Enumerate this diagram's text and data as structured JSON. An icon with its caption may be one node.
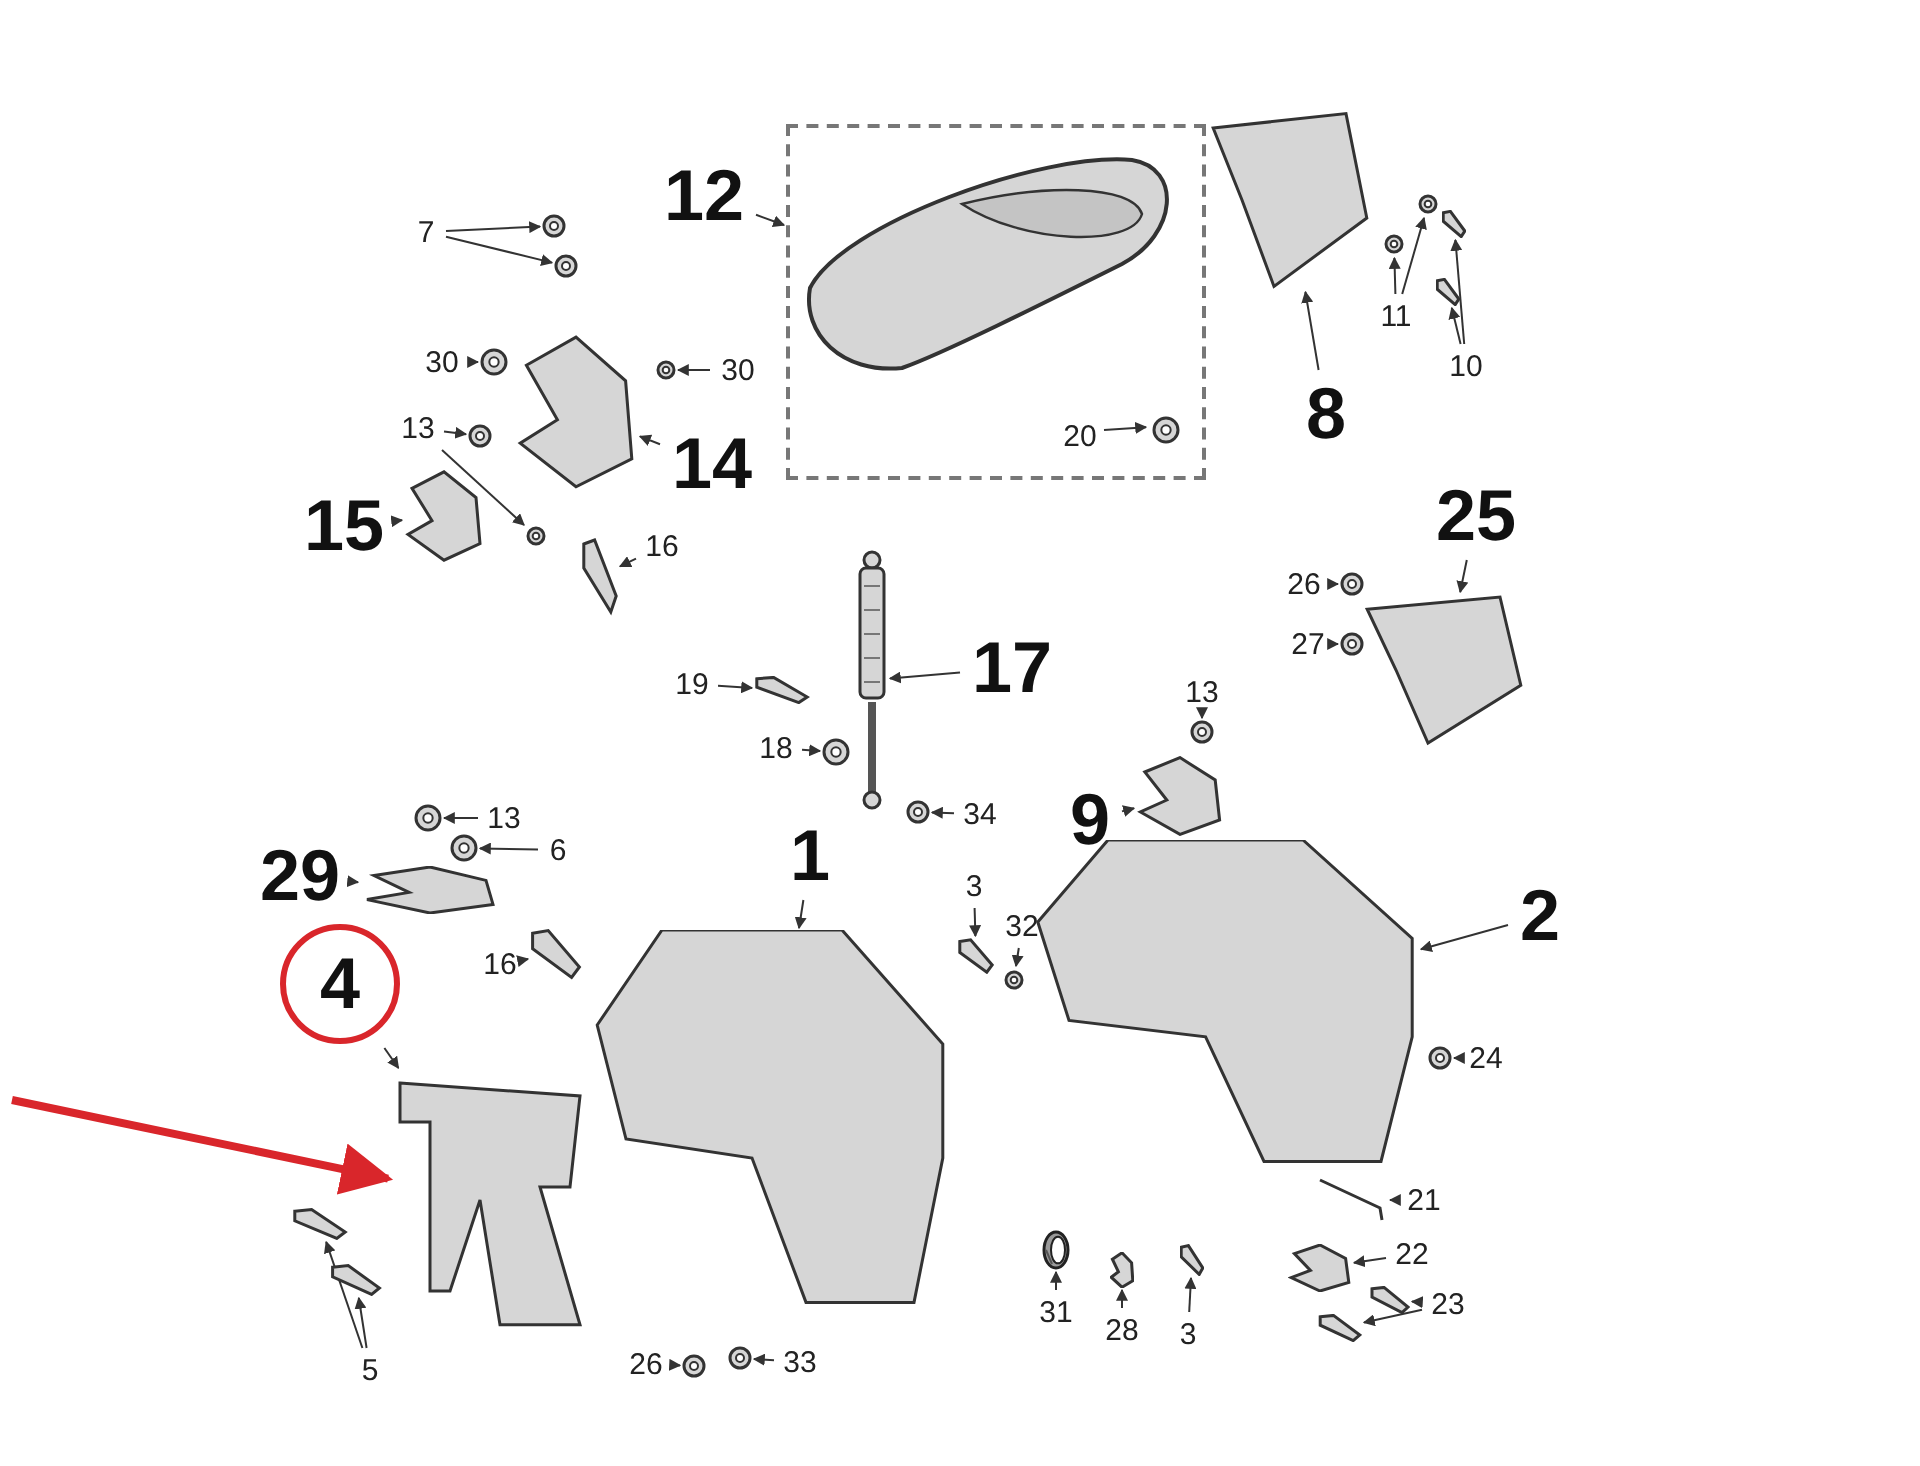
{
  "diagram": {
    "nodes": [
      {
        "text": [
          "12"
        ]
      },
      {
        "text": [],
        "shape": "box"
      },
      {
        "text": [
          "20"
        ],
        "in": 1
      },
      {
        "text": [],
        "shape": "picture",
        "in": 1
      },
      {
        "text": [
          "8"
        ]
      },
      {
        "text": [],
        "shape": "picture"
      },
      {
        "text": [
          "7"
        ]
      },
      {
        "text": [],
        "shape": "picture"
      },
      {
        "text": [],
        "shape": "picture"
      },
      {
        "text": [
          "11"
        ]
      },
      {
        "text": [],
        "shape": "picture"
      },
      {
        "text": [],
        "shape": "picture"
      },
      {
        "text": [
          "10"
        ]
      },
      {
        "text": [],
        "shape": "picture"
      },
      {
        "text": [],
        "shape": "picture"
      },
      {
        "text": [
          "30"
        ]
      },
      {
        "text": [],
        "shape": "picture"
      },
      {
        "text": [
          "30"
        ]
      },
      {
        "text": [],
        "shape": "picture"
      },
      {
        "text": [
          "14"
        ]
      },
      {
        "text": [],
        "shape": "picture"
      },
      {
        "text": [
          "13"
        ]
      },
      {
        "text": [],
        "shape": "picture"
      },
      {
        "text": [],
        "shape": "picture"
      },
      {
        "text": [
          "15"
        ]
      },
      {
        "text": [],
        "shape": "picture"
      },
      {
        "text": [
          "16"
        ]
      },
      {
        "text": [],
        "shape": "picture"
      },
      {
        "text": [
          "25"
        ]
      },
      {
        "text": [],
        "shape": "picture"
      },
      {
        "text": [
          "26"
        ]
      },
      {
        "text": [],
        "shape": "picture"
      },
      {
        "text": [
          "27"
        ]
      },
      {
        "text": [],
        "shape": "picture"
      },
      {
        "text": [
          "17"
        ]
      },
      {
        "text": [],
        "shape": "picture"
      },
      {
        "text": [
          "19"
        ]
      },
      {
        "text": [],
        "shape": "picture"
      },
      {
        "text": [
          "18"
        ]
      },
      {
        "text": [],
        "shape": "picture"
      },
      {
        "text": [
          "13"
        ]
      },
      {
        "text": [],
        "shape": "picture"
      },
      {
        "text": [
          "34"
        ]
      },
      {
        "text": [],
        "shape": "picture"
      },
      {
        "text": [
          "9"
        ]
      },
      {
        "text": [],
        "shape": "picture"
      },
      {
        "text": [
          "13"
        ]
      },
      {
        "text": [],
        "shape": "picture"
      },
      {
        "text": [
          "6"
        ]
      },
      {
        "text": [],
        "shape": "picture"
      },
      {
        "text": [
          "29"
        ]
      },
      {
        "text": [],
        "shape": "picture"
      },
      {
        "text": [
          "1"
        ]
      },
      {
        "text": [],
        "shape": "picture"
      },
      {
        "text": [
          "3"
        ]
      },
      {
        "text": [],
        "shape": "picture"
      },
      {
        "text": [
          "32"
        ]
      },
      {
        "text": [],
        "shape": "picture"
      },
      {
        "text": [
          "2"
        ]
      },
      {
        "text": [],
        "shape": "picture"
      },
      {
        "text": [
          "4"
        ]
      },
      {
        "text": [],
        "shape": "picture"
      },
      {
        "text": [
          "16"
        ]
      },
      {
        "text": [],
        "shape": "picture"
      },
      {
        "text": [
          "24"
        ]
      },
      {
        "text": [],
        "shape": "picture"
      },
      {
        "text": [
          "21"
        ]
      },
      {
        "text": [],
        "shape": "picture"
      },
      {
        "text": [
          "5"
        ]
      },
      {
        "text": [],
        "shape": "picture"
      },
      {
        "text": [],
        "shape": "picture"
      },
      {
        "text": [
          "22"
        ]
      },
      {
        "text": [],
        "shape": "picture"
      },
      {
        "text": [
          "23"
        ]
      },
      {
        "text": [],
        "shape": "picture"
      },
      {
        "text": [],
        "shape": "picture"
      },
      {
        "text": [
          "26"
        ]
      },
      {
        "text": [],
        "shape": "picture"
      },
      {
        "text": [
          "33"
        ]
      },
      {
        "text": [],
        "shape": "picture"
      },
      {
        "text": [
          "31"
        ]
      },
      {
        "text": [],
        "shape": "picture"
      },
      {
        "text": [
          "28"
        ]
      },
      {
        "text": [],
        "shape": "picture"
      },
      {
        "text": [
          "3"
        ]
      },
      {
        "text": [],
        "shape": "picture"
      }
    ],
    "edges": [
      {
        "from": 0,
        "to": 1,
        "arrow": "to"
      },
      {
        "from": 2,
        "to": 3,
        "arrow": "to"
      },
      {
        "from": 4,
        "to": 5,
        "arrow": "to"
      },
      {
        "from": 6,
        "to": 7,
        "arrow": "to"
      },
      {
        "from": 6,
        "to": 8,
        "arrow": "to"
      },
      {
        "from": 9,
        "to": 10,
        "arrow": "to"
      },
      {
        "from": 9,
        "to": 11,
        "arrow": "to"
      },
      {
        "from": 12,
        "to": 13,
        "arrow": "to"
      },
      {
        "from": 12,
        "to": 14,
        "arrow": "to"
      },
      {
        "from": 15,
        "to": 16,
        "arrow": "to"
      },
      {
        "from": 17,
        "to": 18,
        "arrow": "to"
      },
      {
        "from": 19,
        "to": 20,
        "arrow": "to"
      },
      {
        "from": 21,
        "to": 22,
        "arrow": "to"
      },
      {
        "from": 21,
        "to": 23,
        "arrow": "to"
      },
      {
        "from": 24,
        "to": 25,
        "arrow": "to"
      },
      {
        "from": 26,
        "to": 27,
        "arrow": "to"
      },
      {
        "from": 28,
        "to": 29,
        "arrow": "to"
      },
      {
        "from": 30,
        "to": 31,
        "arrow": "to"
      },
      {
        "from": 32,
        "to": 33,
        "arrow": "to"
      },
      {
        "from": 34,
        "to": 35,
        "arrow": "to"
      },
      {
        "from": 36,
        "to": 37,
        "arrow": "to"
      },
      {
        "from": 38,
        "to": 39,
        "arrow": "to"
      },
      {
        "from": 40,
        "to": 41,
        "arrow": "to"
      },
      {
        "from": 42,
        "to": 43,
        "arrow": "to"
      },
      {
        "from": 44,
        "to": 45,
        "arrow": "to"
      },
      {
        "from": 46,
        "to": 47,
        "arrow": "to"
      },
      {
        "from": 48,
        "to": 49,
        "arrow": "to"
      },
      {
        "from": 50,
        "to": 51,
        "arrow": "to"
      },
      {
        "from": 52,
        "to": 53,
        "arrow": "to"
      },
      {
        "from": 54,
        "to": 55,
        "arrow": "to"
      },
      {
        "from": 56,
        "to": 57,
        "arrow": "to"
      },
      {
        "from": 58,
        "to": 59,
        "arrow": "to"
      },
      {
        "from": 60,
        "to": 61,
        "arrow": "to"
      },
      {
        "from": 62,
        "to": 63,
        "arrow": "to"
      },
      {
        "from": 64,
        "to": 65,
        "arrow": "to"
      },
      {
        "from": 66,
        "to": 67,
        "arrow": "to"
      },
      {
        "from": 68,
        "to": 69,
        "arrow": "to"
      },
      {
        "from": 68,
        "to": 70,
        "arrow": "to"
      },
      {
        "from": 71,
        "to": 72,
        "arrow": "to"
      },
      {
        "from": 73,
        "to": 74,
        "arrow": "to"
      },
      {
        "from": 73,
        "to": 75,
        "arrow": "to"
      },
      {
        "from": 76,
        "to": 77,
        "arrow": "to"
      },
      {
        "from": 78,
        "to": 79,
        "arrow": "to"
      },
      {
        "from": 80,
        "to": 81,
        "arrow": "to"
      },
      {
        "from": 82,
        "to": 83,
        "arrow": "to"
      },
      {
        "from": 84,
        "to": 85,
        "arrow": "to"
      },
      {
        "from": null,
        "to": 61,
        "arrow": "to",
        "style": "thick",
        "color": "#d9262b"
      }
    ]
  }
}
